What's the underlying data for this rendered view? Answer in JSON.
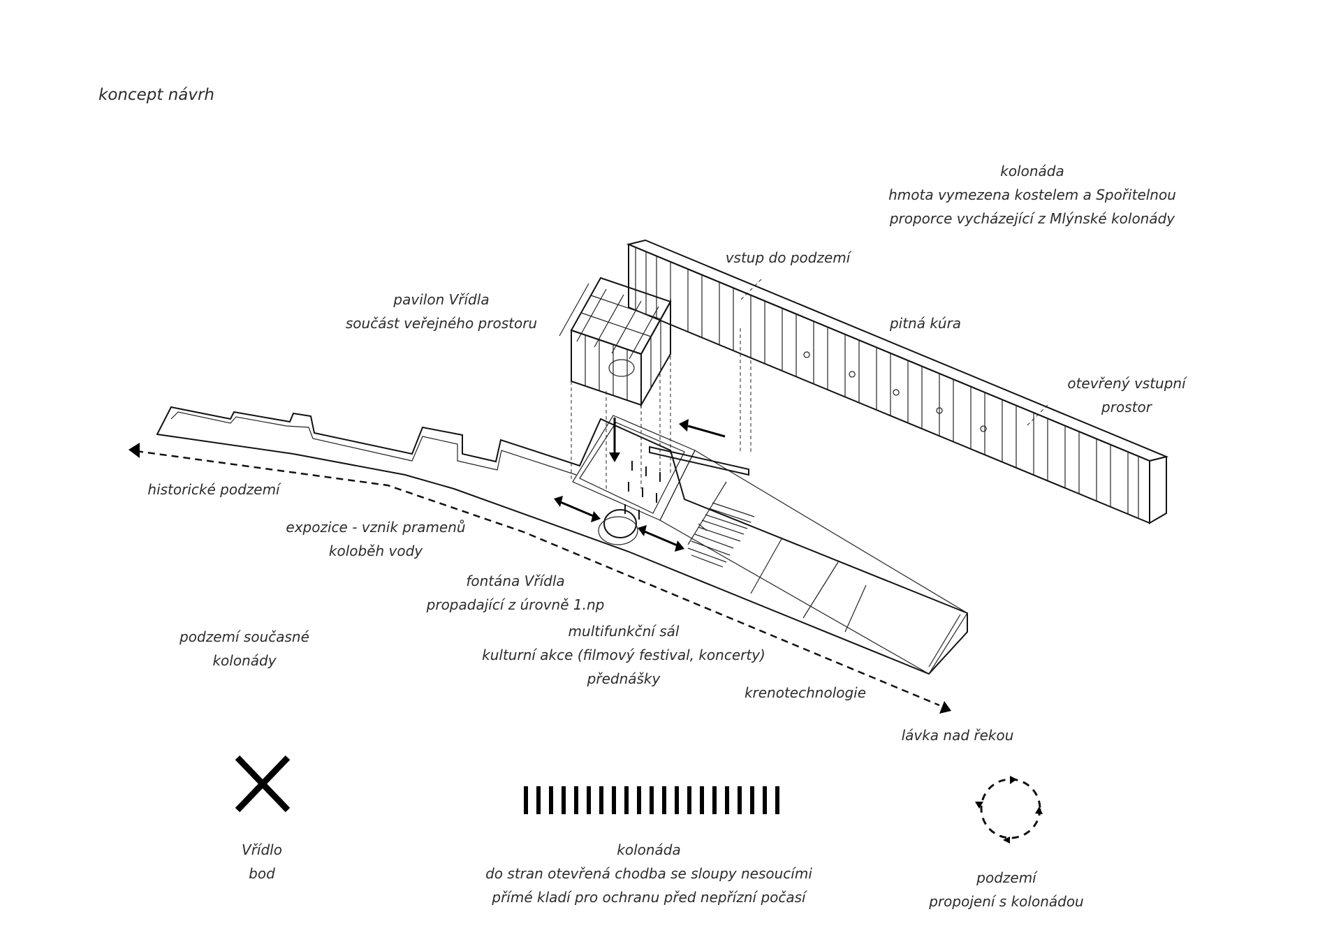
{
  "title": "koncept návrh",
  "labels": {
    "kolonada_top": [
      "kolonáda",
      "hmota vymezena kostelem a Spořitelnou",
      "proporce vycházející z Mlýnské kolonády"
    ],
    "vstup": "vstup do podzemí",
    "pavilon": [
      "pavilon Vřídla",
      "součást veřejného prostoru"
    ],
    "pitna": "pitná kúra",
    "otevreny": [
      "otevřený vstupní",
      "prostor"
    ],
    "historicke": "historické podzemí",
    "expozice": [
      "expozice - vznik pramenů",
      "koloběh vody"
    ],
    "fontana": [
      "fontána Vřídla",
      "propadající z úrovně 1.np"
    ],
    "podzemi_soucasne": [
      "podzemí současné",
      "kolonády"
    ],
    "multifunkcni": [
      "multifunkční sál",
      "kulturní akce (filmový festival, koncerty)",
      "přednášky"
    ],
    "krenotechnologie": "krenotechnologie",
    "lavka": "lávka nad řekou"
  },
  "legend": [
    {
      "icon": "x-mark-icon",
      "lines": [
        "Vřídlo",
        "bod"
      ]
    },
    {
      "icon": "colonnade-bars-icon",
      "lines": [
        "kolonáda",
        "do stran otevřená chodba se sloupy nesoucími",
        "přímé kladí pro ochranu před nepřízní počasí"
      ]
    },
    {
      "icon": "circular-arrows-icon",
      "lines": [
        "podzemí",
        "propojení s kolonádou"
      ]
    }
  ]
}
